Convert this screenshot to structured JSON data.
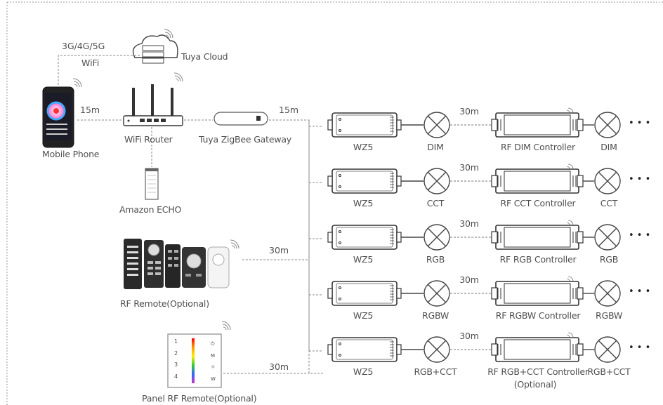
{
  "devices": {
    "mobile_phone": "Mobile Phone",
    "wifi_router": "WiFi Router",
    "gateway": "Tuya ZigBee Gateway",
    "amazon_echo": "Amazon ECHO",
    "tuya_cloud": "Tuya Cloud",
    "rf_remote": "RF Remote(Optional)",
    "panel_remote": "Panel RF Remote(Optional)"
  },
  "network": {
    "cellular": "3G/4G/5G",
    "wifi": "WiFi",
    "dist_phone_router": "15m",
    "dist_gateway_wz5": "15m",
    "dist_remote": "30m",
    "dist_panel": "30m"
  },
  "panel_keys": [
    "1",
    "2",
    "3",
    "4"
  ],
  "rows": [
    {
      "receiver": "WZ5",
      "load": "DIM",
      "distance": "30m",
      "controller": "RF DIM Controller",
      "controller_sub": "",
      "load2": "DIM",
      "more": "• • •"
    },
    {
      "receiver": "WZ5",
      "load": "CCT",
      "distance": "30m",
      "controller": "RF CCT Controller",
      "controller_sub": "",
      "load2": "CCT",
      "more": "• • •"
    },
    {
      "receiver": "WZ5",
      "load": "RGB",
      "distance": "30m",
      "controller": "RF RGB Controller",
      "controller_sub": "",
      "load2": "RGB",
      "more": "• • •"
    },
    {
      "receiver": "WZ5",
      "load": "RGBW",
      "distance": "30m",
      "controller": "RF RGBW Controller",
      "controller_sub": "",
      "load2": "RGBW",
      "more": "• • •"
    },
    {
      "receiver": "WZ5",
      "load": "RGB+CCT",
      "distance": "30m",
      "controller": "RF RGB+CCT Controller",
      "controller_sub": "(Optional)",
      "load2": "RGB+CCT",
      "more": "• • •"
    }
  ],
  "colors": {
    "line": "#555555",
    "dashed": "#8a8a8a",
    "border": "#b0b0b0",
    "remote_dark": "#2a2a2a"
  }
}
